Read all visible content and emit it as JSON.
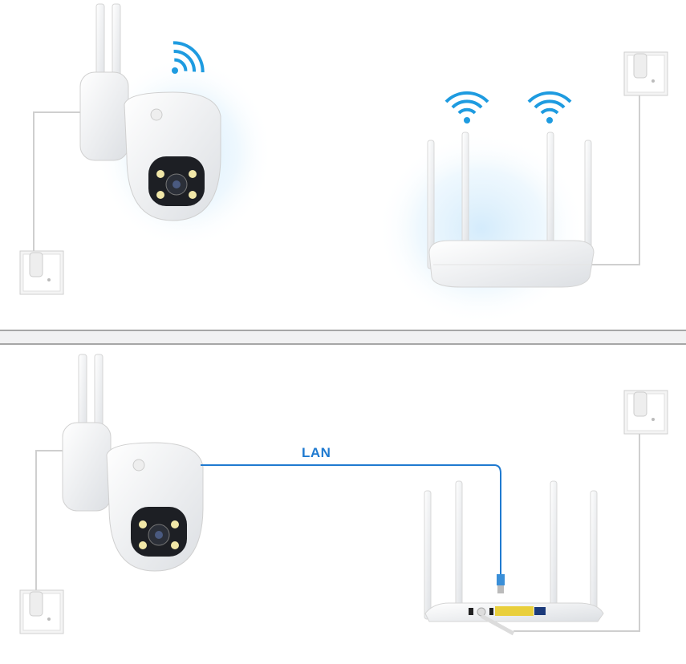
{
  "lan_label": "LAN",
  "colors": {
    "accent": "#1f7ad0",
    "wifi": "#1e9be0",
    "divider": "#a6a6a6"
  },
  "scenes": [
    {
      "name": "wifi-connection",
      "icons": [
        "camera",
        "wifi-icon",
        "router",
        "wall-outlet"
      ]
    },
    {
      "name": "lan-connection",
      "icons": [
        "camera",
        "ethernet-cable",
        "router",
        "wall-outlet"
      ]
    }
  ]
}
